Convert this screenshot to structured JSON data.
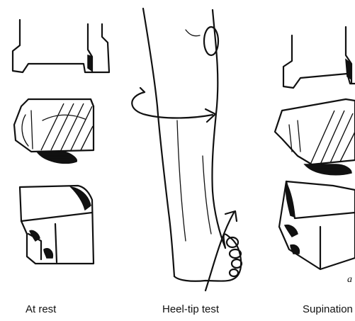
{
  "captions": {
    "left": "At rest",
    "middle": "Heel-tip test",
    "right": "Supination"
  },
  "signature_mark": "a",
  "colors": {
    "ink": "#111111",
    "background": "#ffffff"
  }
}
